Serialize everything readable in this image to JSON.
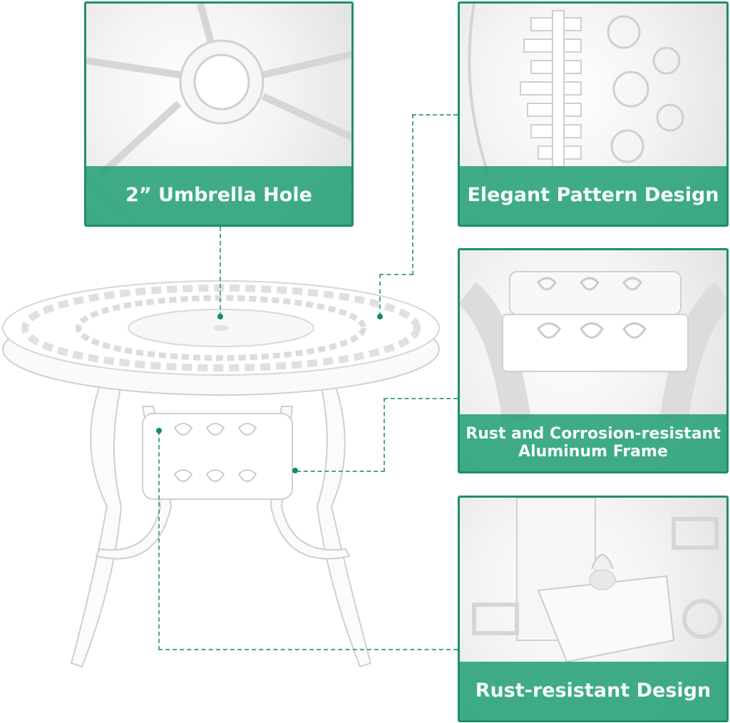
{
  "callouts": [
    {
      "id": "umbrella-hole",
      "label": "2” Umbrella Hole"
    },
    {
      "id": "pattern",
      "label": "Elegant Pattern Design"
    },
    {
      "id": "frame",
      "label": "Rust and Corrosion-resistant Aluminum Frame",
      "line1": "Rust and Corrosion-resistant",
      "line2": "Aluminum Frame"
    },
    {
      "id": "rust",
      "label": "Rust-resistant Design"
    }
  ],
  "colors": {
    "accent": "#26a07a",
    "border": "#1f8f6b",
    "dash": "#4aa889"
  },
  "product": {
    "name": "white cast aluminum round patio table"
  }
}
